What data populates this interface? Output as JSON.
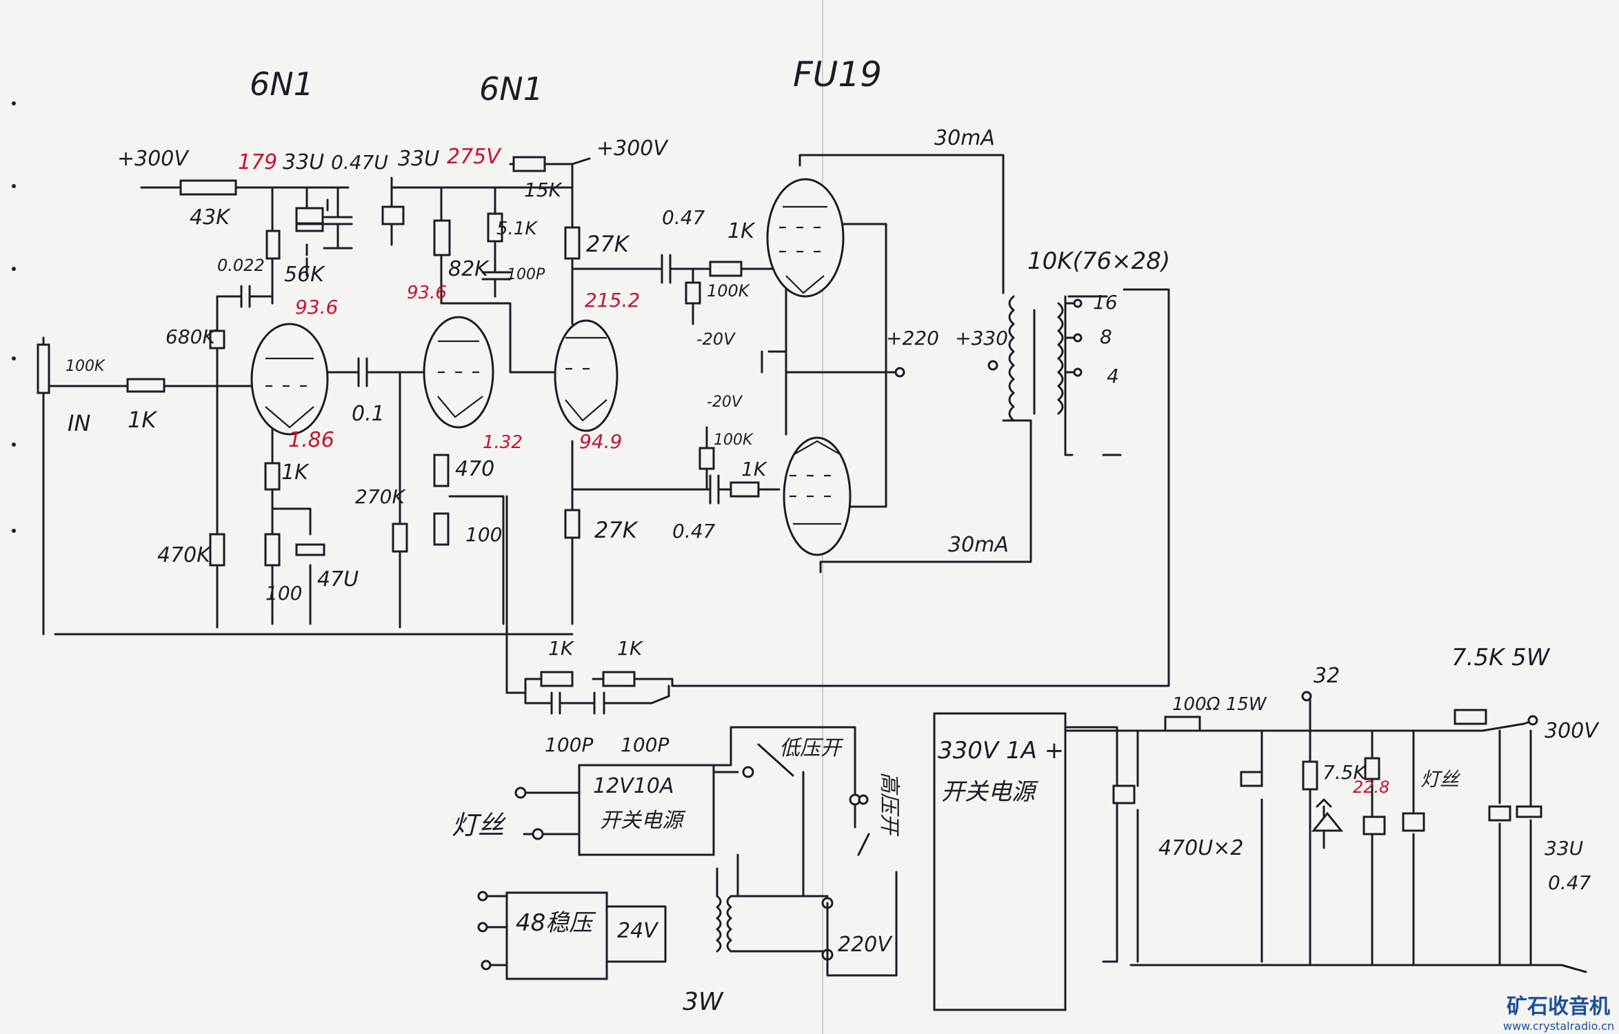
{
  "tubes": {
    "v1": "6N1",
    "v2": "6N1",
    "v3": "FU19"
  },
  "labels": {
    "b300_left": "+300V",
    "b300_mid": "+300V",
    "b300_right": "300V",
    "r43k": "43K",
    "c33_1": "33U",
    "c047_1": "0.47U",
    "c33_2": "33U",
    "r56k": "56K",
    "c0022": "0.022",
    "r680k": "680K",
    "r100k_in": "100K",
    "in": "IN",
    "r1k_in": "1K",
    "r1k_cath": "1K",
    "r470k": "470K",
    "r100_cath": "100",
    "c47u": "47U",
    "c01": "0.1",
    "r82k": "82K",
    "r51k": "5.1K",
    "c100p_a": "100P",
    "r270k": "270K",
    "r470": "470",
    "r100_v2": "100",
    "r15k": "15K",
    "r27k_top": "27K",
    "r27k_bot": "27K",
    "c047_top": "0.47",
    "c047_bot": "0.47",
    "r1k_g1": "1K",
    "r1k_g2": "1K",
    "r100k_g1": "100K",
    "r100k_g2": "100K",
    "bias1": "-20V",
    "bias2": "-20V",
    "i_top": "30mA",
    "i_bot": "30mA",
    "b220": "+220",
    "b330": "+330",
    "xfmr": "10K(76×28)",
    "tap16": "16",
    "tap8": "8",
    "tap4": "4",
    "fb_r1": "1K",
    "fb_r2": "1K",
    "fb_c1": "100P",
    "fb_c2": "100P",
    "smps12": "12V10A",
    "smps12_b": "开关电源",
    "filament": "灯丝",
    "lv_switch": "低压开",
    "hv_switch": "高压开",
    "hv_supply": "330V 1A +",
    "hv_supply_b": "开关电源",
    "regulator": "48稳压",
    "v24": "24V",
    "w3": "3W",
    "ac220": "220V",
    "r100_15w": "100Ω 15W",
    "v32": "32",
    "r7_5k": "7.5K",
    "r7_5k5w": "7.5K 5W",
    "caps470": "470U×2",
    "film": "灯丝",
    "c33_3": "33U",
    "c047_3": "0.47"
  },
  "measurements": {
    "v1_node_top": "179",
    "v2_node_top": "275V",
    "v1_plate": "93.6",
    "v2_plate": "93.6",
    "v3_plate": "215.2",
    "v1_cathode": "1.86",
    "v2_cathode": "1.32",
    "v3_cathode": "94.9",
    "zener": "22.8"
  },
  "watermark": {
    "cn": "矿石收音机",
    "url": "www.crystalradio.cn"
  },
  "colors": {
    "ink": "#1c1c24",
    "measurement": "#c8102e",
    "paper": "#f4f4f2",
    "watermark": "#1b4f9c"
  }
}
